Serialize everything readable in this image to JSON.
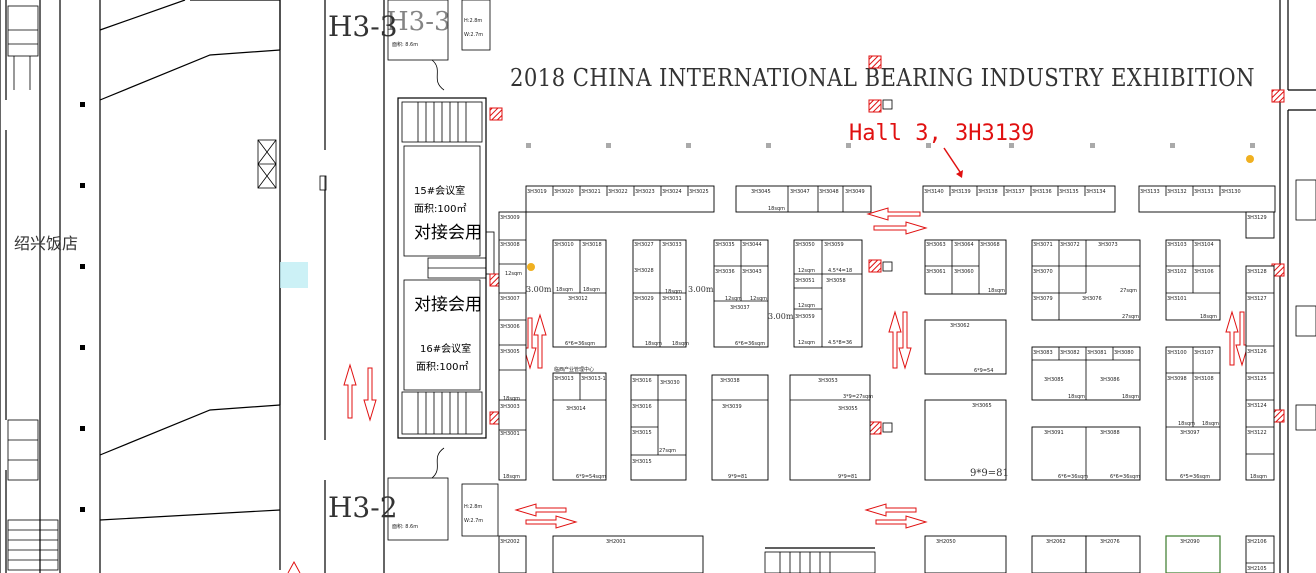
{
  "exhibition_title": "2018 CHINA INTERNATIONAL BEARING INDUSTRY EXHIBITION",
  "highlight_label": "Hall 3, 3H3139",
  "highlight_color": "#e01010",
  "hall_labels": {
    "upper": "H3-3",
    "lower": "H3-2",
    "ghost": "H3-3"
  },
  "hotel": "绍兴饭店",
  "meeting_rooms": [
    {
      "name": "15#会议室",
      "area": "面积:100㎡",
      "use": "对接会用"
    },
    {
      "name": "16#会议室",
      "area": "面积:100㎡",
      "use": "对接会用"
    }
  ],
  "aisle_widths": [
    "3.00m",
    "3.00m",
    "3.00m"
  ],
  "rooms": {
    "dims_top": [
      "H:2.8m",
      "W:2.7m",
      "面积: 8.6m"
    ],
    "dims_bot": [
      "H:2.8m",
      "W:2.7m",
      "面积: 8.6m"
    ]
  },
  "booths_row_top": [
    "3H3019",
    "3H3020",
    "3H3021",
    "3H3022",
    "3H3023",
    "3H3024",
    "3H3025",
    "3H3045",
    "3H3047",
    "3H3048",
    "3H3049",
    "3H3140",
    "3H3139",
    "3H3138",
    "3H3137",
    "3H3136",
    "3H3135",
    "3H3134",
    "3H3133",
    "3H3132",
    "3H3131",
    "3H3130"
  ],
  "booth_labels": {
    "b3009": "3H3009",
    "b3008": "3H3008",
    "b3007": "3H3007",
    "b3006": "3H3006",
    "b3005": "3H3005",
    "b3003": "3H3003",
    "b3001": "3H3001",
    "b3010": "3H3010",
    "b3018": "3H3018",
    "b3012": "3H3012",
    "b3013": "3H3013",
    "b3013a": "3H3013-1",
    "b3014": "3H3014",
    "b3027": "3H3027",
    "b3033": "3H3033",
    "b3028": "3H3028",
    "b3029": "3H3029",
    "b3031": "3H3031",
    "b3035": "3H3035",
    "b3044": "3H3044",
    "b3036": "3H3036",
    "b3043": "3H3043",
    "b3037": "3H3037",
    "b3050": "3H3050",
    "b3059": "3H3059",
    "b3051": "3H3051",
    "b3058": "3H3058",
    "b3059b": "3H3059",
    "b3016a": "3H3016",
    "b3030": "3H3030",
    "b3016": "3H3016",
    "b3015a": "3H3015",
    "b3015": "3H3015",
    "b3038": "3H3038",
    "b3039": "3H3039",
    "b3053": "3H3053",
    "b3055": "3H3055",
    "b3063": "3H3063",
    "b3064": "3H3064",
    "b3068": "3H3068",
    "b3061": "3H3061",
    "b3060": "3H3060",
    "b3062": "3H3062",
    "b3065": "3H3065",
    "b3071": "3H3071",
    "b3072": "3H3072",
    "b3073": "3H3073",
    "b3070": "3H3070",
    "b3079": "3H3079",
    "b3076": "3H3076",
    "b3083": "3H3083",
    "b3082": "3H3082",
    "b3081": "3H3081",
    "b3080": "3H3080",
    "b3085": "3H3085",
    "b3086": "3H3086",
    "b3091": "3H3091",
    "b3088": "3H3088",
    "b3103": "3H3103",
    "b3104": "3H3104",
    "b3102": "3H3102",
    "b3106": "3H3106",
    "b3101": "3H3101",
    "b3100": "3H3100",
    "b3107": "3H3107",
    "b3098": "3H3098",
    "b3108": "3H3108",
    "b3097": "3H3097",
    "b3129": "3H3129",
    "b3128": "3H3128",
    "b3127": "3H3127",
    "b3126": "3H3126",
    "b3125": "3H3125",
    "b3124": "3H3124",
    "b3122": "3H3122",
    "b2002": "3H2002",
    "b2001": "3H2001",
    "b2050": "3H2050",
    "b2062": "3H2062",
    "b2076": "3H2076",
    "b2090": "3H2090",
    "b2106": "3H2106",
    "b2105": "3H2105"
  },
  "area_notes": {
    "a18": "18sqm",
    "a12": "12sqm",
    "a27": "27sqm",
    "a36": "6*6=36sqm",
    "a54": "6*9=54sqm",
    "a81": "9*9=81",
    "a36b": "4.5*4=18",
    "a36c": "4.5*8=36",
    "a54b": "6*9=54",
    "a27b": "3*9=27sqm",
    "a81b": "9*9=81",
    "a36d": "6*6=36sqm",
    "a27c": "3*9=27sqm",
    "a54c": "6*9=54sqm",
    "a36e": "6*6=36sqm",
    "a36f": "6*6=36sqm",
    "a81c": "9*9=81",
    "a36g": "6*5=36sqm"
  },
  "center_note": "临西产业管理中心"
}
